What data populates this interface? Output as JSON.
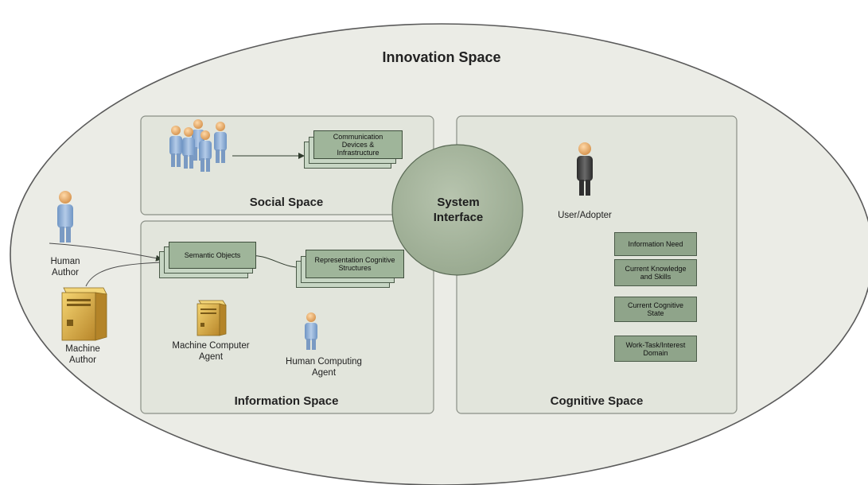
{
  "innovation_space": {
    "title": "Innovation Space"
  },
  "social_space": {
    "title": "Social Space",
    "communication_box": "Communication Devices & Infrastructure"
  },
  "information_space": {
    "title": "Information Space",
    "semantic_objects": "Semantic Objects",
    "representation": "Representation Cognitive Structures",
    "machine_agent": "Machine Computer Agent",
    "human_agent": "Human Computing Agent"
  },
  "system_interface": {
    "label": "System Interface"
  },
  "cognitive_space": {
    "title": "Cognitive Space",
    "user_label": "User/Adopter",
    "boxes": [
      "Information Need",
      "Current Knowledge and Skills",
      "Current Cognitive State",
      "Work-Task/Interest Domain"
    ]
  },
  "authors": {
    "human_author": "Human Author",
    "machine_author": "Machine Author"
  },
  "colors": {
    "ellipse_fill": "#ebece6",
    "panel_fill": "#e2e5dc",
    "circle_fill": "#a6b49d",
    "box_fill": "#8fa48a",
    "person_blue": "#8fb0d8",
    "person_dark": "#3a3a3a",
    "server_gold": "#e0b23a"
  }
}
